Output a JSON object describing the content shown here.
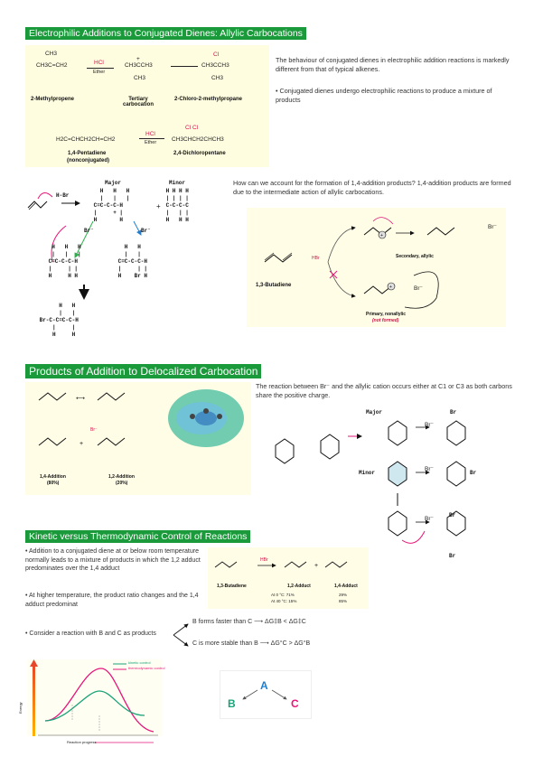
{
  "section1": {
    "title": "Electrophilic Additions to Conjugated  Dienes: Allylic Carbocations",
    "scheme1": {
      "reactant_formula_top": "CH3",
      "reactant_formula": "CH3C=CH2",
      "reagent": "HCl",
      "solvent": "Ether",
      "intermediate_top": "+",
      "intermediate_formula": "CH3CCH3",
      "intermediate_bottom": "CH3",
      "product_top": "Cl",
      "product_formula": "CH3CCH3",
      "product_bottom": "CH3",
      "reactant_name": "2-Methylpropene",
      "intermediate_name": "Tertiary carbocation",
      "product_name": "2-Chloro-2-methylpropane"
    },
    "scheme2": {
      "reactant_formula": "H2C=CHCH2CH=CH2",
      "reagent": "HCl",
      "solvent": "Ether",
      "product_top": "Cl        Cl",
      "product_formula": "CH3CHCH2CHCH3",
      "reactant_name": "1,4-Pentadiene",
      "reactant_name2": "(nonconjugated)",
      "product_name": "2,4-Dichloropentane"
    },
    "para1": "The behaviour of conjugated dienes in electrophilic addition reactions is markedly different from that of typical alkenes.",
    "para2": "• Conjugated dienes undergo electrophilic reactions to produce a mixture of products"
  },
  "mechanism": {
    "major_label": "Major",
    "minor_label": "Minor",
    "hbr": "H-Br",
    "br_minus1": "Br⁻",
    "br_minus2": "Br⁻",
    "question": "How can we account for the formation of 1,4-addition products? 1,4-addition products are formed due to the intermediate action of allylic carbocations.",
    "butadiene_label": "1,3-Butadiene",
    "hbr_label": "HBr",
    "secondary_label": "Secondary, allylic",
    "primary_label": "Primary, nonallylic",
    "not_formed_label": "(not formed)",
    "br_minus3": "Br⁻",
    "br_minus4": "Br⁻"
  },
  "section2": {
    "title": "Products of Addition to  Delocalized Carbocation",
    "para": "The reaction between Br⁻ and the allylic cation occurs either at C1 or C3 as both carbons share the positive charge.",
    "br_minus": "Br⁻",
    "add14": "1,4-Addition",
    "add14_pct": "(80%)",
    "add12": "1,2-Addition",
    "add12_pct": "(20%)",
    "major": "Major",
    "minor": "Minor",
    "br_minus_a": "Br⁻",
    "br_minus_b": "Br⁻",
    "br_minus_c": "Br⁻",
    "br_sub_a": "Br",
    "br_sub_b": "Br",
    "br_sub_c": "Br",
    "br_sub_d": "Br"
  },
  "section3": {
    "title": "Kinetic versus Thermodynamic  Control of Reactions",
    "bullet1": "• Addition to a conjugated diene at or below room temperature normally leads to a mixture of products in which the 1,2 adduct predominates over the 1,4 adduct",
    "bullet2": "• At higher temperature, the product ratio changes and the 1,4 adduct predominat",
    "scheme_butadiene": "1,3-Butadiene",
    "scheme_hbr": "HBr",
    "scheme_12": "1,2-Adduct",
    "scheme_14": "1,4-Adduct",
    "cond1": "At 0 °C:       71%",
    "cond2": "At 40 °C:     15%",
    "pct14a": "29%",
    "pct14b": "85%",
    "consider": "• Consider a reaction with B and C as products",
    "branch1": "B forms faster than C ⟶ ΔG‡B < ΔG‡C",
    "branch2": "C is more stable than B ⟶ ΔG°C > ΔG°B",
    "legend1": "kinetic control",
    "legend2": "thermodynamic control",
    "yaxis": "Energy",
    "xaxis": "Reaction progress",
    "labels": {
      "A": "A",
      "B": "B",
      "C": "C"
    }
  },
  "colors": {
    "header_green": "#1a9a3a",
    "pink": "#e8157a",
    "teal": "#1aa37a",
    "blue": "#1e7fd0"
  }
}
